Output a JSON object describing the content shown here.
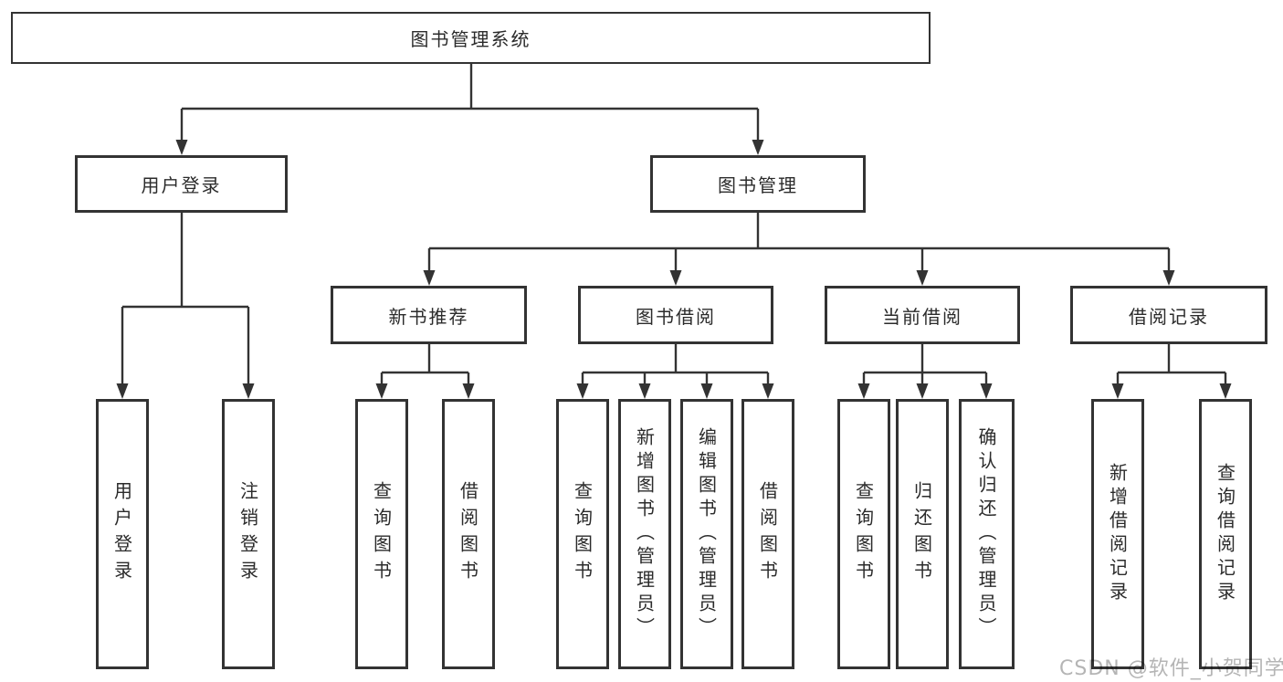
{
  "colors": {
    "line": "#333333",
    "text": "#2b2b2b",
    "background": "#ffffff",
    "watermark": "#b5b5b5"
  },
  "diagram": {
    "root_label": "图书管理系统",
    "branches": [
      {
        "label": "用户登录",
        "children": [
          {
            "label": "用户登录"
          },
          {
            "label": "注销登录"
          }
        ]
      },
      {
        "label": "图书管理",
        "sections": [
          {
            "label": "新书推荐",
            "children": [
              {
                "label": "查询图书"
              },
              {
                "label": "借阅图书"
              }
            ]
          },
          {
            "label": "图书借阅",
            "children": [
              {
                "label": "查询图书"
              },
              {
                "label": "新增图书（管理员）"
              },
              {
                "label": "编辑图书（管理员）"
              },
              {
                "label": "借阅图书"
              }
            ]
          },
          {
            "label": "当前借阅",
            "children": [
              {
                "label": "查询图书"
              },
              {
                "label": "归还图书"
              },
              {
                "label": "确认归还（管理员）"
              }
            ]
          },
          {
            "label": "借阅记录",
            "children": [
              {
                "label": "新增借阅记录"
              },
              {
                "label": "查询借阅记录"
              }
            ]
          }
        ]
      }
    ]
  },
  "watermark": {
    "text": "CSDN @软件_小贺同学"
  }
}
